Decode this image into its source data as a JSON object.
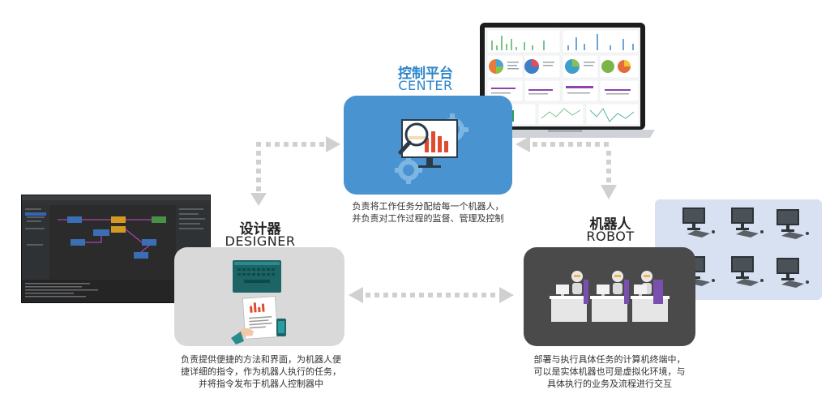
{
  "center": {
    "title_cn": "控制平台",
    "title_en": "CENTER",
    "desc_line1": "负责将工作任务分配给每一个机器人，",
    "desc_line2": "并负责对工作过程的监督、管理及控制",
    "color": "#4a93d1"
  },
  "designer": {
    "title_cn": "设计器",
    "title_en": "DESIGNER",
    "desc_line1": "负责提供便捷的方法和界面，为机器人便",
    "desc_line2": "捷详细的指令，作为机器人执行的任务，",
    "desc_line3": "并将指令发布于机器人控制器中",
    "color": "#d9d9d9"
  },
  "robot": {
    "title_cn": "机器人",
    "title_en": "ROBOT",
    "desc_line1": "部署与执行具体任务的计算机终端中，",
    "desc_line2": "可以是实体机器也可是虚拟化环境，与",
    "desc_line3": "具体执行的业务及流程进行交互",
    "color": "#4a4a4a"
  },
  "colors": {
    "arrow": "#d0d0d0",
    "accent_blue": "#2e86c9"
  }
}
